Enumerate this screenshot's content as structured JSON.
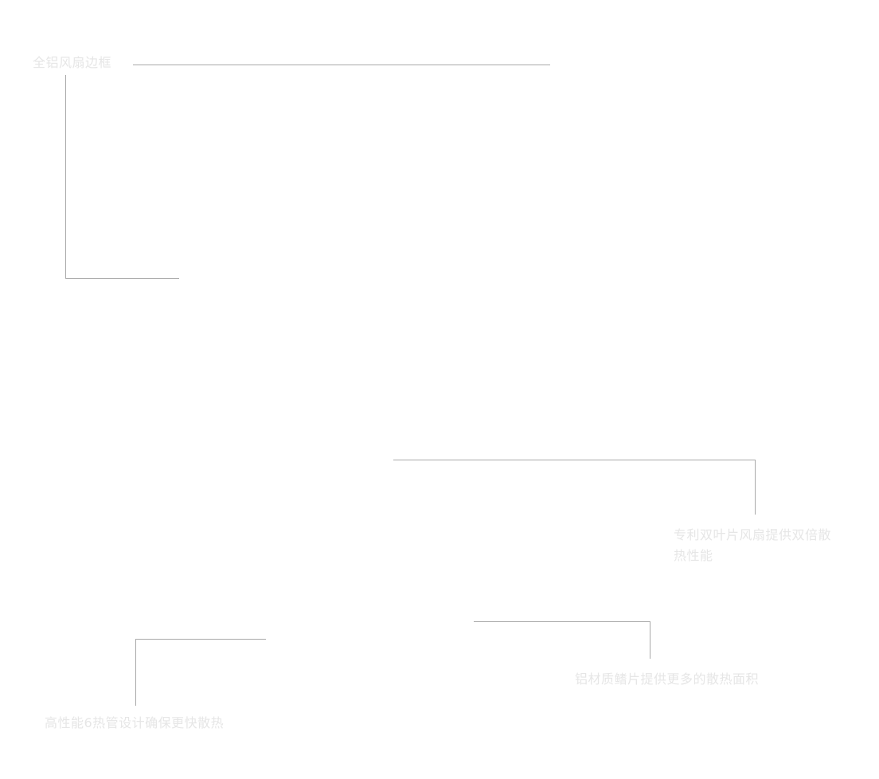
{
  "callouts": {
    "aluminum_frame": "全铝风扇边框",
    "dual_blade_fan": "专利双叶片风扇提供双倍散热性能",
    "aluminum_fins": "铝材质鳍片提供更多的散热面积",
    "heat_pipes": "高性能6热管设计确保更快散热"
  },
  "colors": {
    "label_text": "#e6e6e6",
    "leader_line": "#a9a9a9",
    "background": "#ffffff"
  }
}
